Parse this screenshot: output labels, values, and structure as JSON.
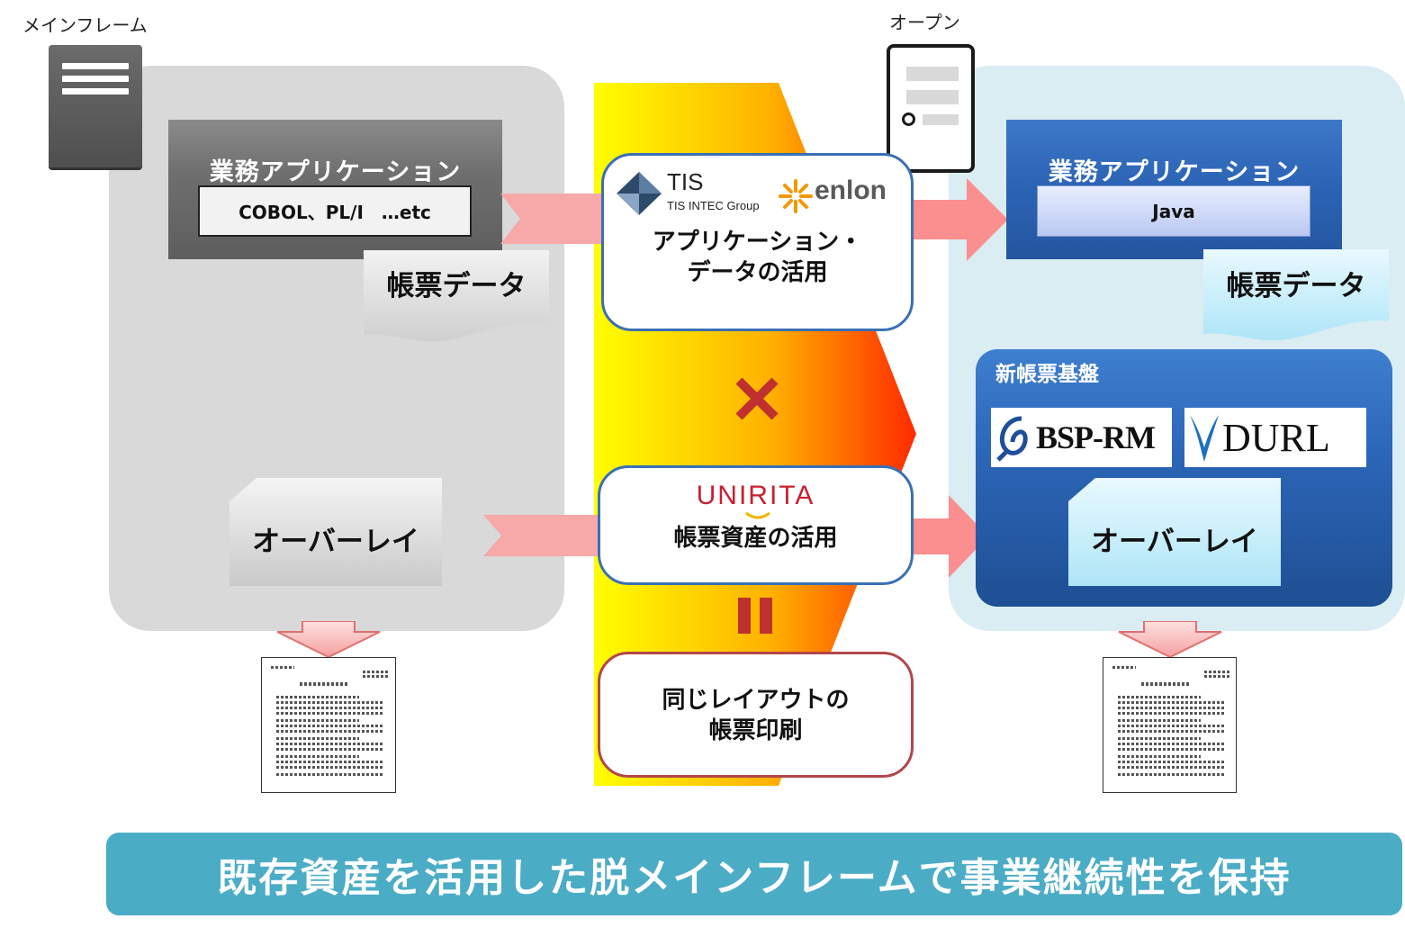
{
  "labels": {
    "mainframe": "メインフレーム",
    "open": "オープン"
  },
  "left": {
    "app_title": "業務アプリケーション",
    "languages": "COBOL、PL/I　…etc",
    "form_data": "帳票データ",
    "overlay": "オーバーレイ"
  },
  "center": {
    "tis_logo": "TIS",
    "tis_sub": "TIS INTEC Group",
    "enlon_logo": "enlon",
    "box1_line1": "アプリケーション・",
    "box1_line2": "データの活用",
    "unirita_logo": "UNIRITA",
    "box2_text": "帳票資産の活用",
    "box3_line1": "同じレイアウトの",
    "box3_line2": "帳票印刷"
  },
  "right": {
    "app_title": "業務アプリケーション",
    "language": "Java",
    "form_data": "帳票データ",
    "platform_title": "新帳票基盤",
    "bsp_logo": "BSP-RM",
    "durl_logo": "DURL",
    "overlay": "オーバーレイ"
  },
  "banner": "既存資産を活用した脱メインフレームで事業継続性を保持",
  "colors": {
    "mainframe_bg": "#d9d9d9",
    "open_bg": "#daedf2",
    "blue_box": "#2b63b4",
    "center_border": "#3a6fb5",
    "result_border": "#b2464a",
    "banner": "#4bacc6",
    "arrow": "#f7a8a8",
    "operator_red": "#c0302f",
    "tis_icon": "#2e4a6b",
    "enlon_accent": "#f39800",
    "unirita_red": "#c8202f",
    "unirita_smile": "#f2b705"
  },
  "icons": [
    "mainframe-server-icon",
    "open-server-icon",
    "multiply-icon",
    "equals-icon",
    "down-arrow-icon",
    "right-arrow-icon",
    "printed-form-icon"
  ]
}
